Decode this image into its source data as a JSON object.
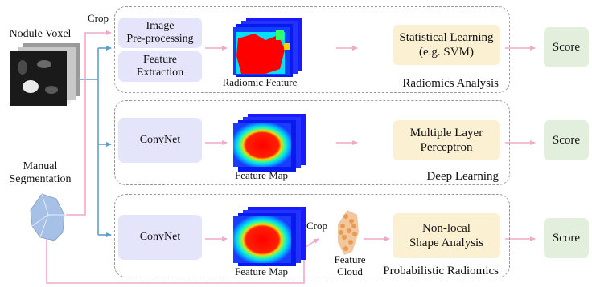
{
  "inputs": {
    "nodule_voxel": "Nodule Voxel",
    "manual_segmentation": "Manual\nSegmentation"
  },
  "crop_label": "Crop",
  "rows": [
    {
      "section_label": "Radiomics Analysis",
      "steps": [
        "Image\nPre-processing",
        "Feature\nExtraction"
      ],
      "map_caption": "Radiomic Feature",
      "model": "Statistical Learning\n(e.g. SVM)",
      "output": "Score"
    },
    {
      "section_label": "Deep Learning",
      "steps": [
        "ConvNet"
      ],
      "map_caption": "Feature Map",
      "model": "Multiple Layer\nPerceptron",
      "output": "Score"
    },
    {
      "section_label": "Probabilistic Radiomics",
      "steps": [
        "ConvNet"
      ],
      "map_caption": "Feature Map",
      "crop_label": "Crop",
      "cloud_caption": "Feature\nCloud",
      "model": "Non-local\nShape Analysis",
      "output": "Score"
    }
  ],
  "colors": {
    "pink_arrow": "#f2a8cb",
    "blue_arrow": "#5f9fcd",
    "panel_border": "#9a9a9a",
    "step_fill": "#e4e4fb",
    "model_fill": "#fcf0d2",
    "score_fill": "#e2efdd"
  }
}
